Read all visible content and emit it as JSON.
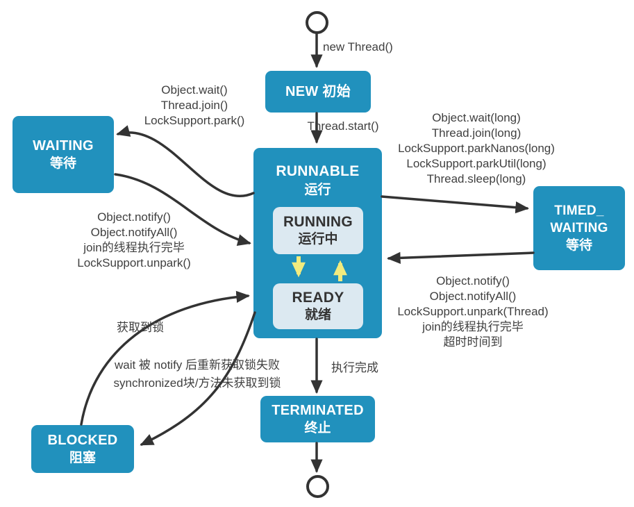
{
  "diagram_title": "Java thread state transition diagram",
  "nodes": {
    "new": {
      "label": "NEW 初始"
    },
    "runnable": {
      "en": "RUNNABLE",
      "zh": "运行"
    },
    "running": {
      "en": "RUNNING",
      "zh": "运行中"
    },
    "ready": {
      "en": "READY",
      "zh": "就绪"
    },
    "waiting": {
      "en": "WAITING",
      "zh": "等待"
    },
    "timed_waiting": {
      "line1": "TIMED_",
      "line2": "WAITING",
      "zh": "等待"
    },
    "blocked": {
      "en": "BLOCKED",
      "zh": "阻塞"
    },
    "terminated": {
      "en": "TERMINATED",
      "zh": "终止"
    }
  },
  "labels": {
    "new_thread": "new Thread()",
    "thread_start": "Thread.start()",
    "to_waiting": [
      "Object.wait()",
      "Thread.join()",
      "LockSupport.park()"
    ],
    "from_waiting": [
      "Object.notify()",
      "Object.notifyAll()",
      "join的线程执行完毕",
      "LockSupport.unpark()"
    ],
    "to_timed_waiting": [
      "Object.wait(long)",
      "Thread.join(long)",
      "LockSupport.parkNanos(long)",
      "LockSupport.parkUtil(long)",
      "Thread.sleep(long)"
    ],
    "from_timed_waiting": [
      "Object.notify()",
      "Object.notifyAll()",
      "LockSupport.unpark(Thread)",
      "join的线程执行完毕",
      "超时时间到"
    ],
    "blocked_to_runnable": "获取到锁",
    "runnable_to_blocked": [
      "wait 被 notify 后重新获取锁失败",
      "synchronized块/方法未获取到锁"
    ],
    "to_terminated": "执行完成"
  },
  "colors": {
    "state_box": "#2191BD",
    "inner_box": "#DCE9F1",
    "arrow": "#333333",
    "yellow_arrow": "#F2EB7E",
    "label_text": "#3F3F3F",
    "box_text": "#FFFFFF",
    "inner_text": "#333333"
  }
}
